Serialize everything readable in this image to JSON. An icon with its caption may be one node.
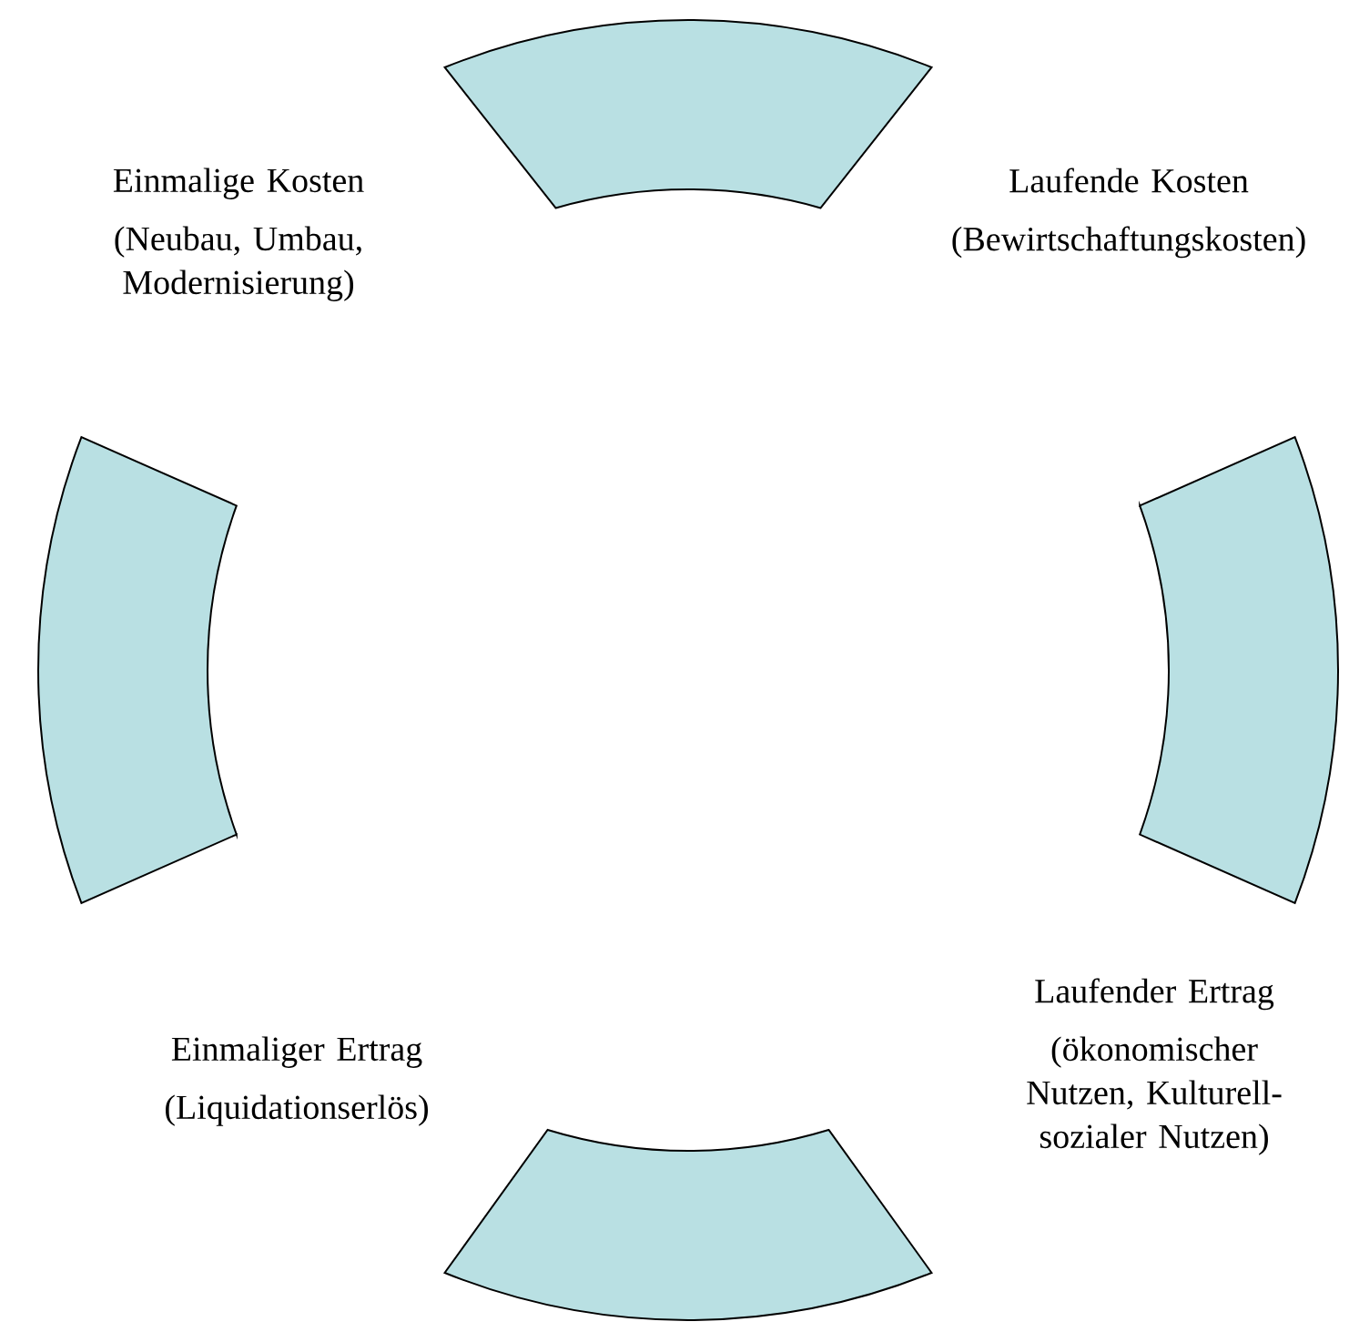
{
  "diagram": {
    "nodes": [
      {
        "text": [],
        "shape": "arc"
      },
      {
        "text": [],
        "shape": "arc"
      },
      {
        "text": [],
        "shape": "arc"
      },
      {
        "text": [],
        "shape": "arc"
      }
    ],
    "labels": [
      "Einmalige Kosten",
      "(Neubau, Umbau, Modernisierung)",
      "Laufende Kosten",
      "(Bewirtschaftungskosten)",
      "Laufender Ertrag",
      "(ökonomischer Nutzen, Kulturell-sozialer Nutzen)",
      "Einmaliger Ertrag",
      "(Liquidationserlös)"
    ]
  }
}
